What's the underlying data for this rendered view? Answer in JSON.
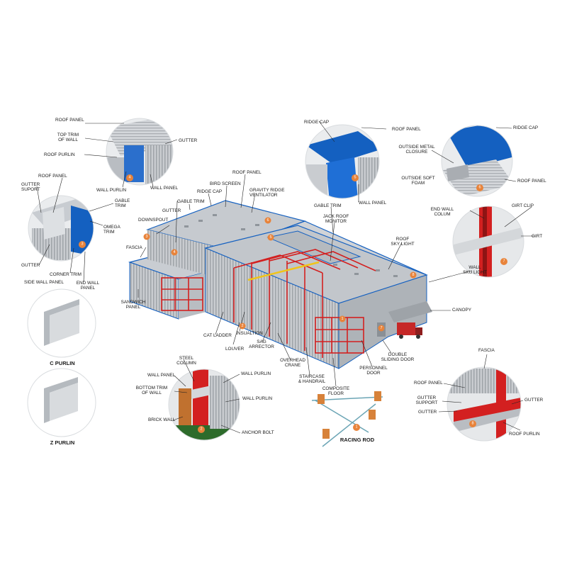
{
  "accent_blue": "#1460c0",
  "accent_red": "#d32020",
  "badge_color": "#e8833a",
  "labels": {
    "roof_panel_tl": "ROOF PANEL",
    "top_trim_of_wall": "TOP TRIM\nOF WALL",
    "gutter_tl": "GUTTER",
    "roof_purlin": "ROOF PURLIN",
    "wall_purlin_tl": "WALL PURLIN",
    "wall_panel_tl": "WALL PANEL",
    "roof_panel_l": "ROOF PANEL",
    "gutter_suport": "GUTTER\nSUPORT",
    "gable_trim_l": "GABLE\nTRIM",
    "omega_trim": "OMEGA\nTRIM",
    "gutter_l": "GUTTER",
    "corner_trim": "CORNER TRIM",
    "side_wall_panel": "SIDE WALL PANEL",
    "end_wall_panel": "END WALL\nPANEL",
    "fascia_l": "FASCIA",
    "sandwich_panel": "SANDWICH\nPANEL",
    "downspout": "DOWNSPOUT",
    "gutter_m": "GUTTER",
    "gable_trim_m": "GABLE TRIM",
    "ridge_cap_m": "RIDGE CAP",
    "bird_screen": "BIRD SCREEN",
    "roof_panel_m": "ROOF PANEL",
    "gravity_ridge": "GRAVITY RIDGE\nVENTILATOR",
    "gable_trim_c": "GABLE TRIM",
    "jack_roof": "JACK ROOF\nMONITOR",
    "roof_sky_light": "ROOF\nSKY LIGHT",
    "wall_sku_light": "WALL\nSKU LIGHT",
    "canopy": "CANOPY",
    "cat_ladder": "CAT LADDER",
    "insualtion": "INSUALTION",
    "louver": "LOUVER",
    "sag_arrector": "SAG\nARRECTOR",
    "overhead_crane": "OVERHEAD\nCRANE",
    "staircase": "STAIRCASE\n& HANDRAIL",
    "composite_floor": "COMPOSITE\nFLOOR",
    "personnel_door": "PERSONNEL\nDOOR",
    "double_sliding": "DOUBLE\nSLIDING DOOR",
    "ridge_cap_tc": "RIDGE CAP",
    "roof_panel_tc": "ROOF PANEL",
    "wall_panel_tc": "WALL PANEL",
    "ridge_cap_tr": "RIDGE CAP",
    "outside_metal": "OUTSIDE METAL\nCLOSURE",
    "outside_soft": "OUTSIDE SOFT\nFOAM",
    "roof_panel_tr": "ROOF PANEL",
    "end_wall_colum": "END WALL\nCOLUM",
    "girt_clip": "GIRT CLIP",
    "girt": "GIRT",
    "steel_column": "STEEL\nCOLUMN",
    "wall_panel_b": "WALL PANEL",
    "wall_purlin_b1": "WALL PURLIN",
    "bottom_trim": "BOTTOM TRIM\nOF WALL",
    "wall_purlin_b2": "WALL PURLIN",
    "brick_wall": "BRICK WALL",
    "anchor_bolt": "ANCHOR BOLT",
    "fascia_br": "FASCIA",
    "roof_panel_br": "ROOF PANEL",
    "gutter_support_br": "GUTTER\nSUPPORT",
    "gutter_br1": "GUTTER",
    "gutter_br2": "GUTTER",
    "roof_purlin_br": "ROOF PURLIN"
  },
  "captions": {
    "c_purlin": "C PURLIN",
    "z_purlin": "Z PURLIN",
    "racing_rod": "RACING ROD"
  },
  "badges": {
    "b1": "1",
    "b2": "2",
    "b3": "3",
    "b4": "4",
    "b5": "5",
    "b6": "6",
    "b7": "7",
    "b8": "8",
    "m1": "1",
    "m2": "2",
    "m3": "3",
    "m4": "4",
    "m5": "5",
    "m6": "6",
    "m7": "7",
    "m8": "8"
  }
}
